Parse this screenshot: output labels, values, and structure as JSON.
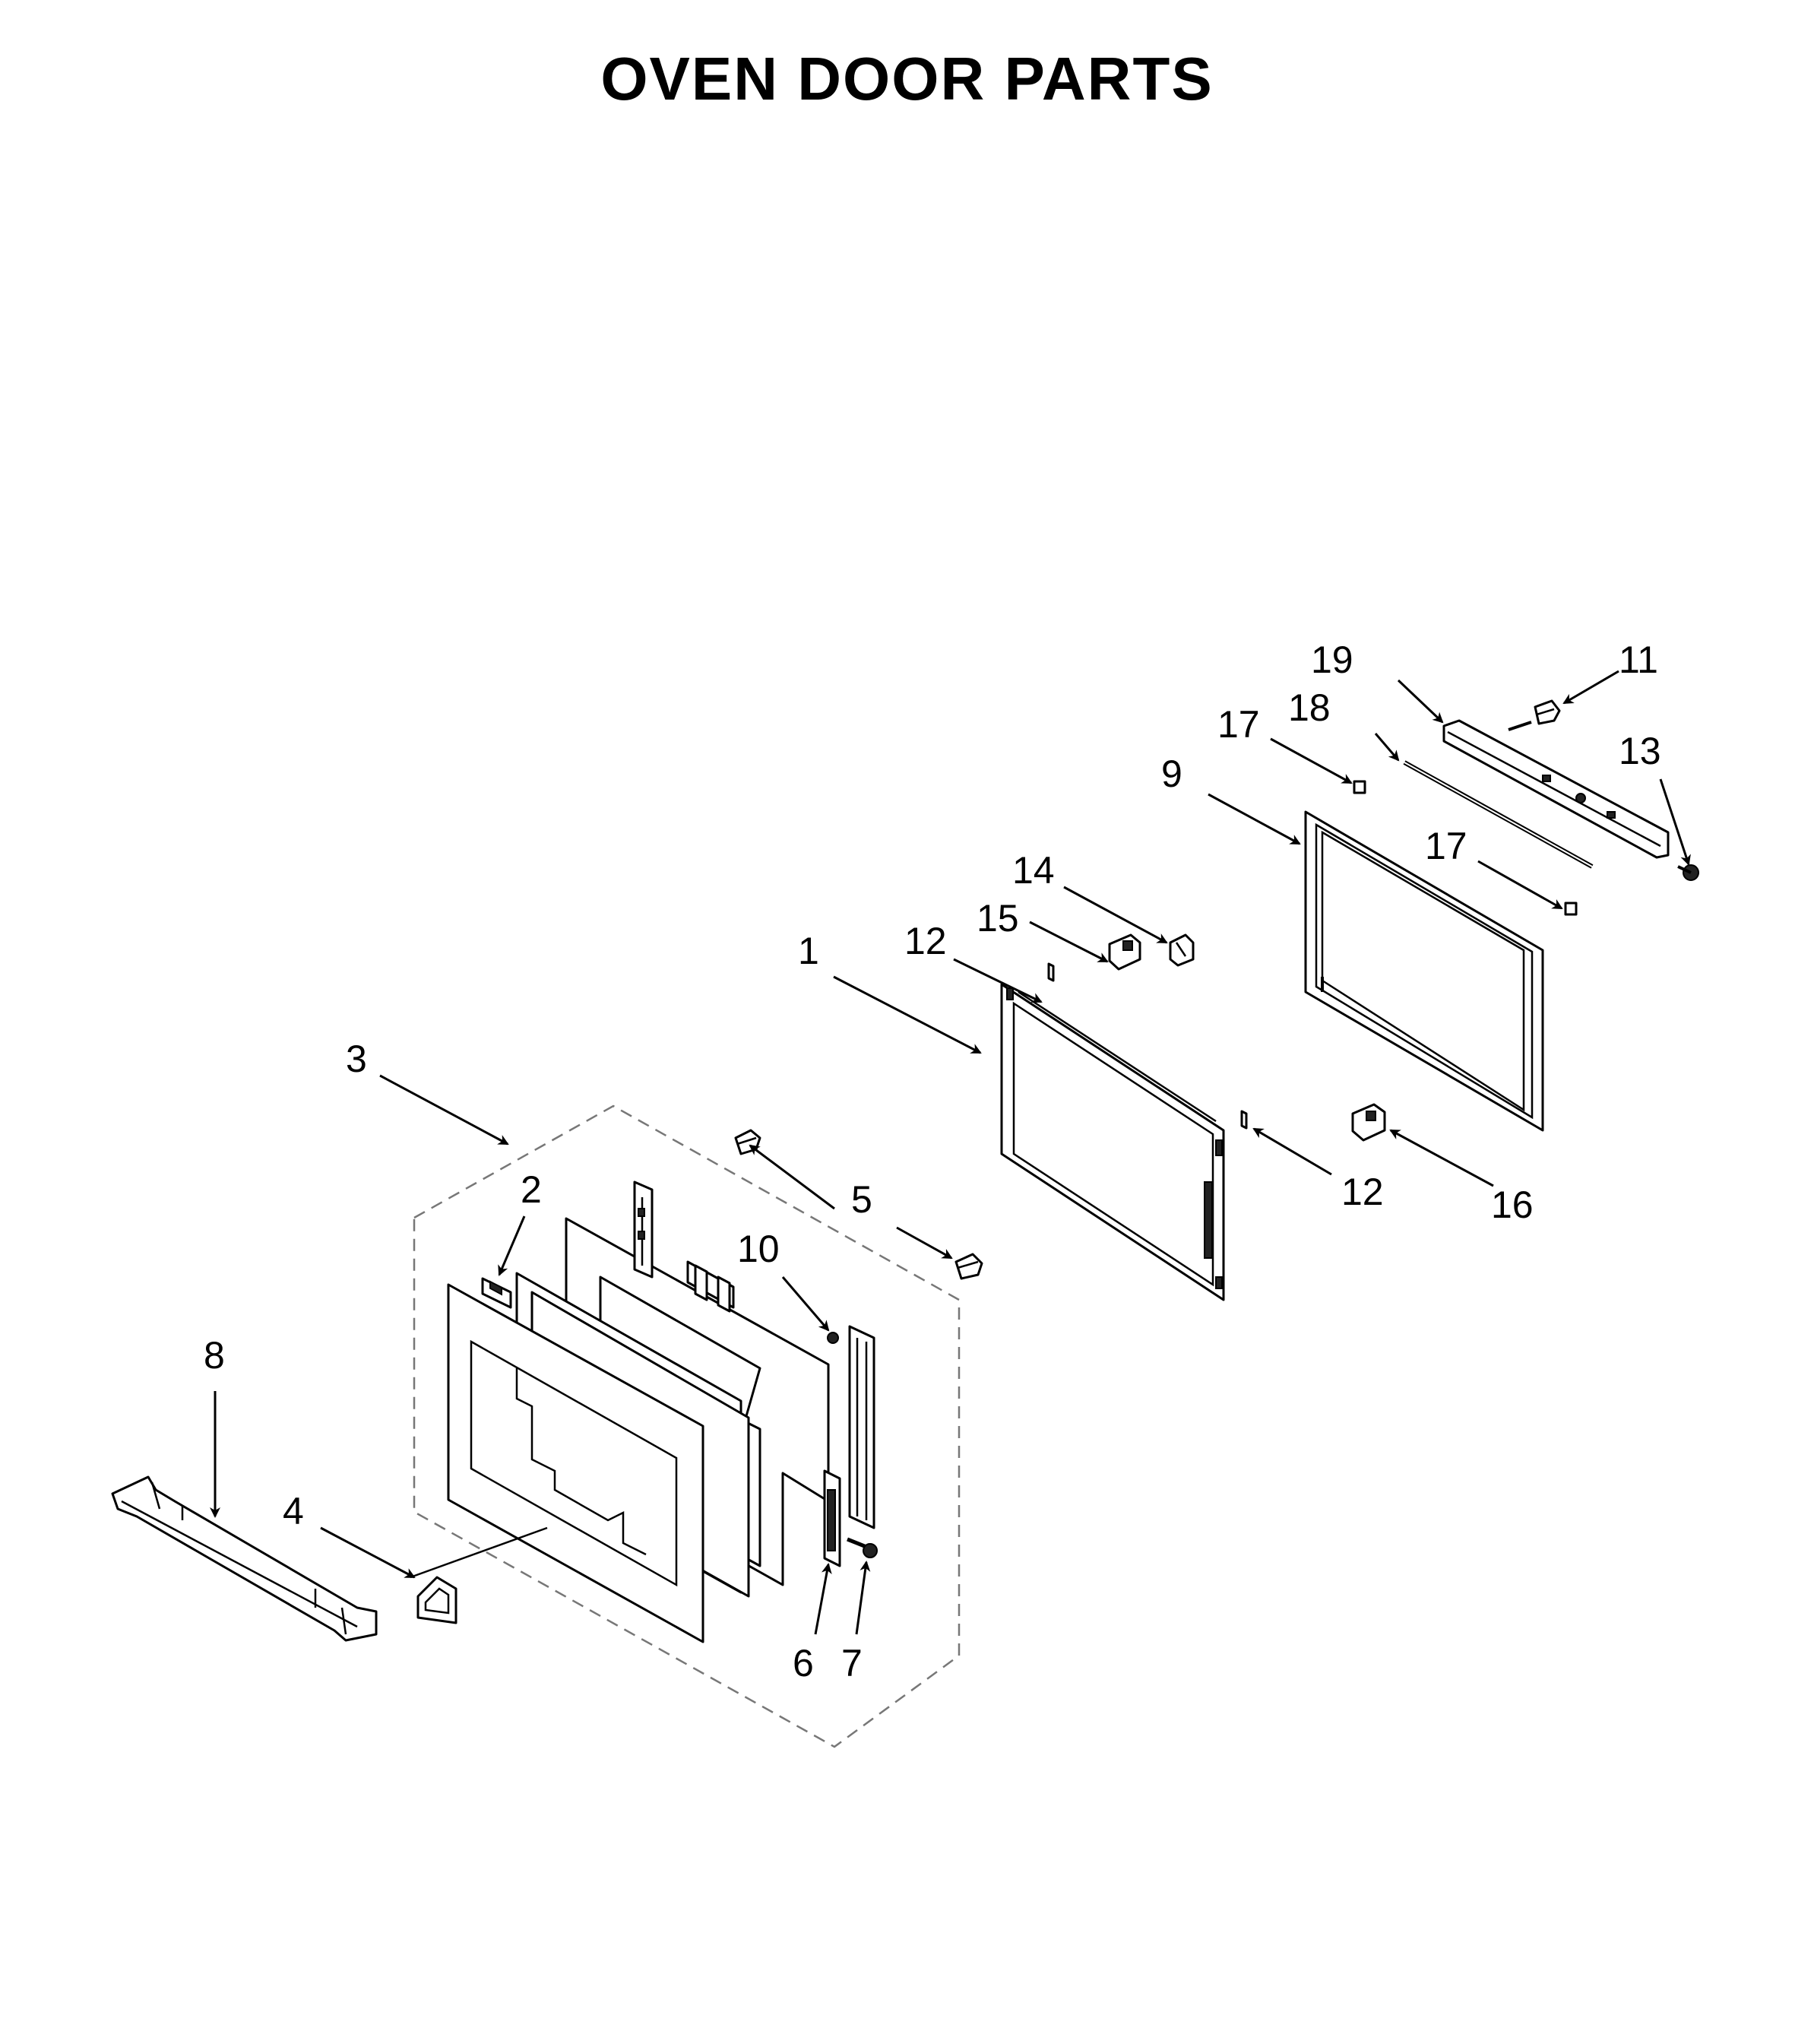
{
  "title": "OVEN DOOR PARTS",
  "callouts": {
    "c1": "1",
    "c2": "2",
    "c3": "3",
    "c4": "4",
    "c5": "5",
    "c6": "6",
    "c7": "7",
    "c8": "8",
    "c9": "9",
    "c10": "10",
    "c11": "11",
    "c12a": "12",
    "c12b": "12",
    "c13": "13",
    "c14": "14",
    "c15": "15",
    "c16": "16",
    "c17a": "17",
    "c17b": "17",
    "c18": "18",
    "c19": "19"
  }
}
